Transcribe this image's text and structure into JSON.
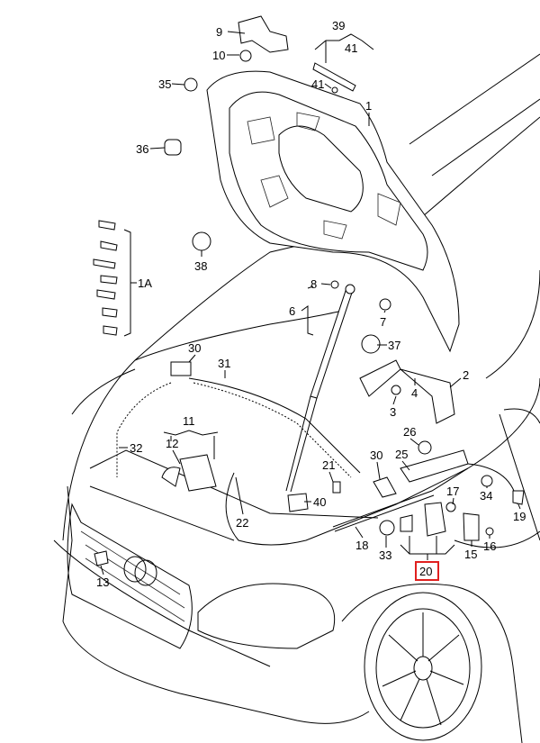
{
  "diagram": {
    "title": "Bonnet and bonnet lock parts diagram",
    "highlight_color": "#e0201f",
    "highlighted_label": "20",
    "callouts": [
      "9",
      "10",
      "35",
      "36",
      "39",
      "41",
      "41",
      "1",
      "38",
      "1A",
      "8",
      "6",
      "7",
      "37",
      "2",
      "4",
      "3",
      "30",
      "31",
      "11",
      "12",
      "32",
      "26",
      "25",
      "30",
      "21",
      "40",
      "22",
      "17",
      "34",
      "19",
      "18",
      "33",
      "20",
      "16",
      "15",
      "13"
    ]
  }
}
